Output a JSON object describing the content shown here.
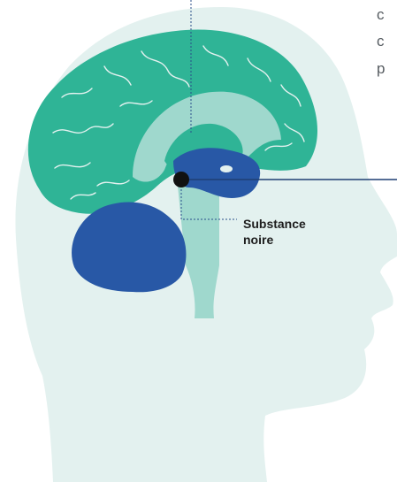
{
  "label": {
    "line1": "Substance",
    "line2": "noire"
  },
  "cut_text": [
    "c",
    "c",
    "p"
  ],
  "colors": {
    "head": "#e3f1ef",
    "brain": "#2fb496",
    "brain_light": "#9fd8cd",
    "cerebellum": "#2858a6",
    "marker": "#111111",
    "leader_line": "#1f3f74",
    "dotted_line": "#2a4e8a",
    "text": "#1d1d1d"
  }
}
